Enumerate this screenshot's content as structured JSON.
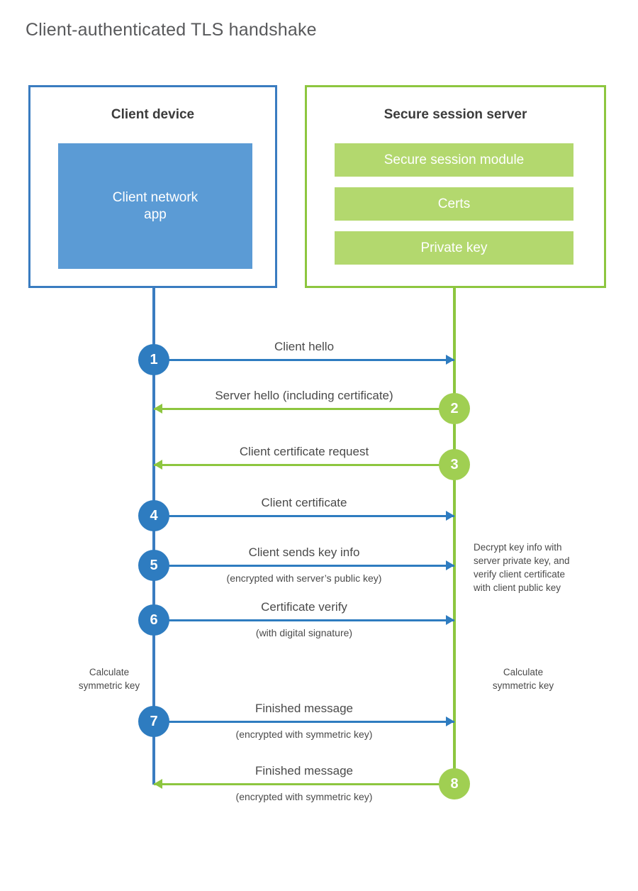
{
  "title": "Client-authenticated TLS handshake",
  "colors": {
    "blue_border": "#3a7cc0",
    "blue_fill": "#5b9bd5",
    "blue_accent": "#2e7cc0",
    "green_border": "#8dc63f",
    "green_fill": "#b3d86e",
    "green_accent": "#a0cf52",
    "title_text": "#58595b",
    "body_text": "#4a4a4a"
  },
  "parties": {
    "client": {
      "title": "Client device",
      "blocks": [
        {
          "label": "Client network\napp"
        }
      ]
    },
    "server": {
      "title": "Secure session server",
      "blocks": [
        {
          "label": "Secure session module"
        },
        {
          "label": "Certs"
        },
        {
          "label": "Private key"
        }
      ]
    }
  },
  "messages": [
    {
      "step": "1",
      "label": "Client hello",
      "sublabel": "",
      "direction": "to-server",
      "origin": "client"
    },
    {
      "step": "2",
      "label": "Server hello (including certificate)",
      "sublabel": "",
      "direction": "to-client",
      "origin": "server"
    },
    {
      "step": "3",
      "label": "Client certificate request",
      "sublabel": "",
      "direction": "to-client",
      "origin": "server"
    },
    {
      "step": "4",
      "label": "Client certificate",
      "sublabel": "",
      "direction": "to-server",
      "origin": "client"
    },
    {
      "step": "5",
      "label": "Client sends key info",
      "sublabel": "(encrypted with server’s public key)",
      "direction": "to-server",
      "origin": "client"
    },
    {
      "step": "6",
      "label": "Certificate verify",
      "sublabel": "(with digital signature)",
      "direction": "to-server",
      "origin": "client"
    },
    {
      "step": "7",
      "label": "Finished message",
      "sublabel": "(encrypted with symmetric key)",
      "direction": "to-server",
      "origin": "client"
    },
    {
      "step": "8",
      "label": "Finished message",
      "sublabel": "(encrypted with symmetric key)",
      "direction": "to-client",
      "origin": "server"
    }
  ],
  "annotations": {
    "server_decrypt": "Decrypt key info with\nserver private key, and\nverify client certificate\nwith client public key",
    "client_calculate": "Calculate\nsymmetric key",
    "server_calculate": "Calculate\nsymmetric key"
  }
}
